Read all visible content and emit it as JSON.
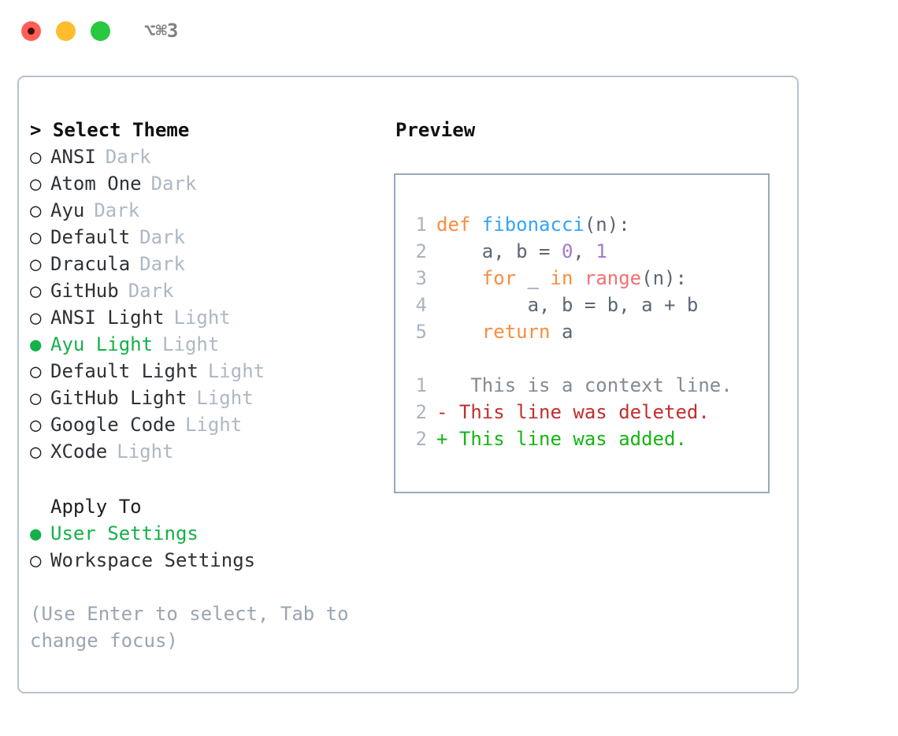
{
  "titlebar": {
    "shortcut": "⌥⌘3",
    "buttons": [
      {
        "name": "close",
        "color": "#ff5f57"
      },
      {
        "name": "minimize",
        "color": "#ffbd2e"
      },
      {
        "name": "maximize",
        "color": "#28c840"
      }
    ]
  },
  "theme_section": {
    "heading": "> Select Theme",
    "selected_marker": "●",
    "unselected_marker": "○",
    "items": [
      {
        "marker": "○",
        "label": "ANSI",
        "badge": "Dark",
        "selected": false
      },
      {
        "marker": "○",
        "label": "Atom One",
        "badge": "Dark",
        "selected": false
      },
      {
        "marker": "○",
        "label": "Ayu",
        "badge": "Dark",
        "selected": false
      },
      {
        "marker": "○",
        "label": "Default",
        "badge": "Dark",
        "selected": false
      },
      {
        "marker": "○",
        "label": "Dracula",
        "badge": "Dark",
        "selected": false
      },
      {
        "marker": "○",
        "label": "GitHub",
        "badge": "Dark",
        "selected": false
      },
      {
        "marker": "○",
        "label": "ANSI Light",
        "badge": "Light",
        "selected": false
      },
      {
        "marker": "●",
        "label": "Ayu Light",
        "badge": "Light",
        "selected": true
      },
      {
        "marker": "○",
        "label": "Default Light",
        "badge": "Light",
        "selected": false
      },
      {
        "marker": "○",
        "label": "GitHub Light",
        "badge": "Light",
        "selected": false
      },
      {
        "marker": "○",
        "label": "Google Code",
        "badge": "Light",
        "selected": false
      },
      {
        "marker": "○",
        "label": "XCode",
        "badge": "Light",
        "selected": false
      }
    ]
  },
  "apply_section": {
    "heading": "Apply To",
    "items": [
      {
        "marker": "●",
        "label": "User Settings",
        "selected": true
      },
      {
        "marker": "○",
        "label": "Workspace Settings",
        "selected": false
      }
    ]
  },
  "hint": "(Use Enter to select, Tab to change focus)",
  "preview": {
    "heading": "Preview",
    "code_lines": [
      {
        "number": "1",
        "tokens": [
          {
            "text": "def ",
            "kind": "keyword"
          },
          {
            "text": "fibonacci",
            "kind": "function"
          },
          {
            "text": "(n):",
            "kind": "plain"
          }
        ]
      },
      {
        "number": "2",
        "tokens": [
          {
            "text": "    a, b = ",
            "kind": "plain"
          },
          {
            "text": "0",
            "kind": "number"
          },
          {
            "text": ", ",
            "kind": "plain"
          },
          {
            "text": "1",
            "kind": "number"
          }
        ]
      },
      {
        "number": "3",
        "tokens": [
          {
            "text": "    ",
            "kind": "plain"
          },
          {
            "text": "for",
            "kind": "keyword"
          },
          {
            "text": " _ ",
            "kind": "plain"
          },
          {
            "text": "in",
            "kind": "keyword"
          },
          {
            "text": " ",
            "kind": "plain"
          },
          {
            "text": "range",
            "kind": "builtin"
          },
          {
            "text": "(n):",
            "kind": "plain"
          }
        ]
      },
      {
        "number": "4",
        "tokens": [
          {
            "text": "        a, b = b, a + b",
            "kind": "plain"
          }
        ]
      },
      {
        "number": "5",
        "tokens": [
          {
            "text": "    ",
            "kind": "plain"
          },
          {
            "text": "return",
            "kind": "keyword"
          },
          {
            "text": " a",
            "kind": "plain"
          }
        ]
      }
    ],
    "diff_lines": [
      {
        "number": "1",
        "marker": " ",
        "text": "  This is a context line.",
        "kind": "context"
      },
      {
        "number": "2",
        "marker": "-",
        "text": " This line was deleted.",
        "kind": "deleted"
      },
      {
        "number": "2",
        "marker": "+",
        "text": " This line was added.",
        "kind": "added"
      }
    ]
  },
  "colors": {
    "accent_green": "#16b04a",
    "badge_gray": "#adb8c4",
    "hint_gray": "#9aa5b1",
    "keyword_orange": "#fa8d3e",
    "function_blue": "#36a3f7",
    "number_purple": "#a37acc",
    "builtin_red": "#f07171",
    "diff_deleted": "#c22e2e",
    "diff_added": "#16b414",
    "line_number": "#aab4c0",
    "panel_border": "#b9c2cd",
    "preview_border": "#9aa7b8"
  }
}
